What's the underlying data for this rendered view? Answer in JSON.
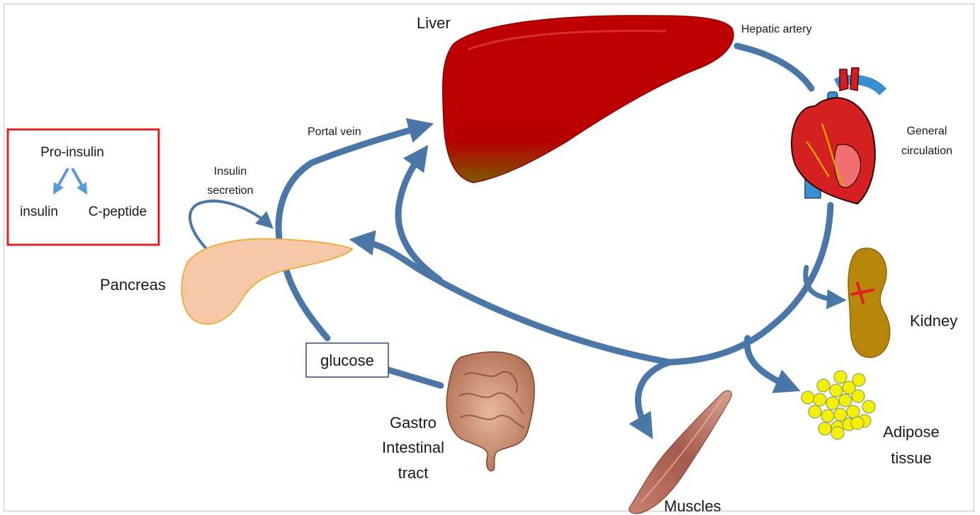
{
  "legend": {
    "proinsulin": "Pro-insulin",
    "insulin": "insulin",
    "cpeptide": "C-peptide"
  },
  "labels": {
    "liver": "Liver",
    "hepatic_artery": "Hepatic artery",
    "portal_vein": "Portal vein",
    "insulin_secretion_1": "Insulin",
    "insulin_secretion_2": "secretion",
    "pancreas": "Pancreas",
    "glucose": "glucose",
    "gi_1": "Gastro",
    "gi_2": "Intestinal",
    "gi_3": "tract",
    "general_circ_1": "General",
    "general_circ_2": "circulation",
    "kidney": "Kidney",
    "adipose_1": "Adipose",
    "adipose_2": "tissue",
    "muscles": "Muscles"
  },
  "colors": {
    "flow": "#4a76a8",
    "legend_arrow": "#5b9bd5",
    "legend_border": "#e02020",
    "liver": "#c00000",
    "pancreas": "#f7c8a8",
    "kidney": "#b8860b",
    "fat": "#f5f000",
    "muscle": "#b5645a"
  }
}
